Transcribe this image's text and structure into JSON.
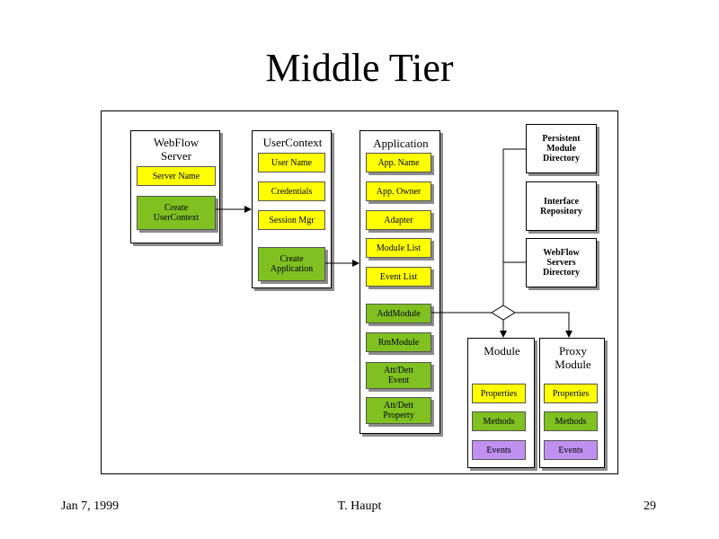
{
  "slide": {
    "title": "Middle Tier",
    "footer_left": "Jan 7, 1999",
    "footer_center": "T. Haupt",
    "footer_right": "29"
  },
  "webflow_server": {
    "title": "WebFlow\nServer",
    "items": [
      "Server Name",
      "Create\nUserContext"
    ]
  },
  "user_context": {
    "title": "UserContext",
    "items": [
      "User Name",
      "Credentials",
      "Session Mgr",
      "Create\nApplication"
    ]
  },
  "application": {
    "title": "Application",
    "items": [
      "App. Name",
      "App. Owner",
      "Adapter",
      "Module List",
      "Event List",
      "AddModule",
      "RmModule",
      "Att/Dett\nEvent",
      "Att/Dett\nProperty"
    ]
  },
  "directories": {
    "persistent": "Persistent\nModule\nDirectory",
    "interface": "Interface\nRepository",
    "servers": "WebFlow\nServers\nDirectory"
  },
  "module": {
    "title": "Module",
    "items": [
      "Properties",
      "Methods",
      "Events"
    ]
  },
  "proxy_module": {
    "title": "Proxy\nModule",
    "items": [
      "Properties",
      "Methods",
      "Events"
    ]
  },
  "colors": {
    "attribute": "#ffff00",
    "method": "#80c020",
    "event": "#c090f0"
  }
}
